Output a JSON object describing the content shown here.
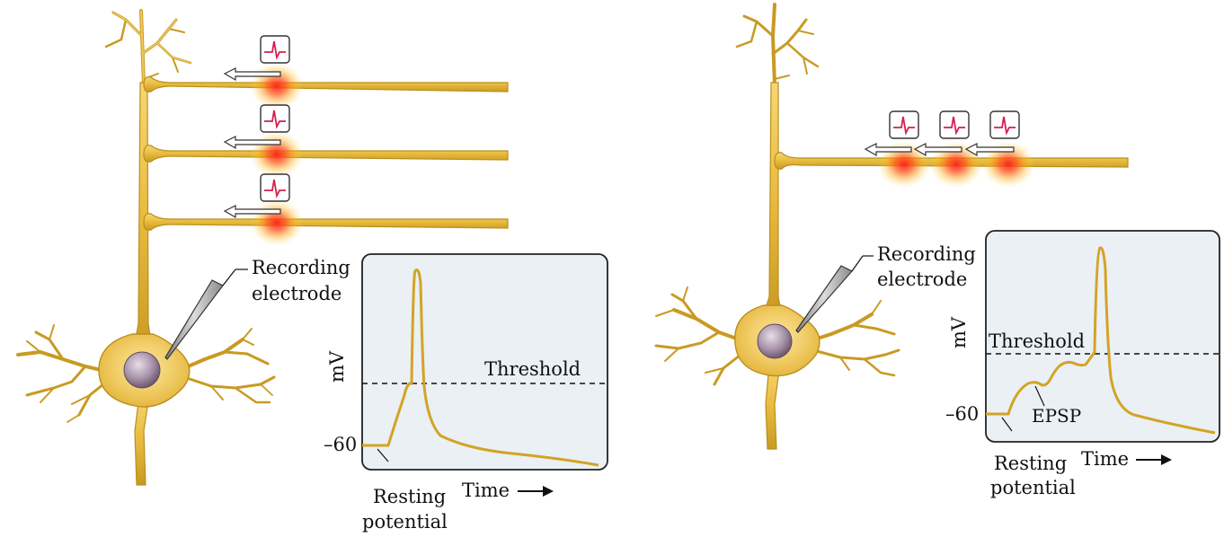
{
  "colors": {
    "neuron_fill": "#e8bb3e",
    "neuron_stroke": "#b98f1d",
    "trace": "#d4a326",
    "panel_bg": "#eaf0f4",
    "spike_icon": "#d61f4f",
    "glow": "#ff2a1a"
  },
  "panel_a": {
    "electrode_label_line1": "Recording",
    "electrode_label_line2": "electrode",
    "y_axis_label": "mV",
    "threshold_label": "Threshold",
    "resting_value_label": "–60",
    "resting_label_line1": "Resting",
    "resting_label_line2": "potential",
    "time_label": "Time"
  },
  "panel_b": {
    "electrode_label_line1": "Recording",
    "electrode_label_line2": "electrode",
    "y_axis_label": "mV",
    "threshold_label": "Threshold",
    "resting_value_label": "–60",
    "epsp_label": "EPSP",
    "resting_label_line1": "Resting",
    "resting_label_line2": "potential",
    "time_label": "Time"
  }
}
